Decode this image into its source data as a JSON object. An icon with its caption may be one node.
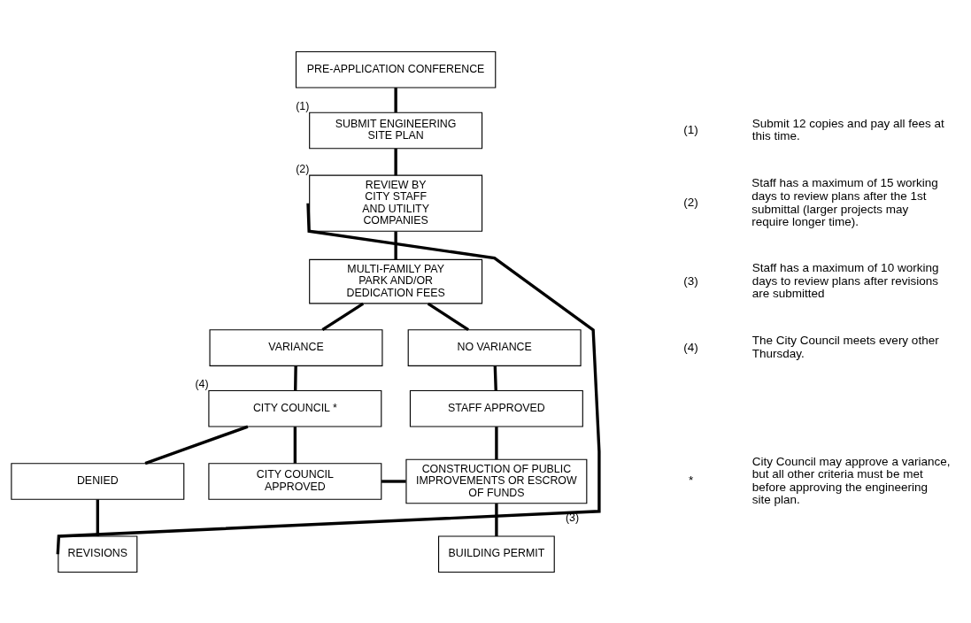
{
  "diagram": {
    "nodes": [
      {
        "text": [
          "PRE-APPLICATION CONFERENCE"
        ]
      },
      {
        "text": [
          "SUBMIT ENGINEERING SITE PLAN"
        ],
        "beside": [
          "(1)"
        ]
      },
      {
        "text": [
          "REVIEW BY CITY STAFF AND UTILITY COMPANIES"
        ],
        "beside": [
          "(2)"
        ]
      },
      {
        "text": [
          "MULTI-FAMILY PAY PARK AND/OR DEDICATION FEES"
        ]
      },
      {
        "text": [
          "VARIANCE"
        ]
      },
      {
        "text": [
          "NO VARIANCE"
        ]
      },
      {
        "text": [
          "CITY COUNCIL *"
        ],
        "beside": [
          "(4)"
        ]
      },
      {
        "text": [
          "STAFF APPROVED"
        ]
      },
      {
        "text": [
          "DENIED"
        ]
      },
      {
        "text": [
          "CITY COUNCIL APPROVED"
        ]
      },
      {
        "text": [
          "CONSTRUCTION OF PUBLIC IMPROVEMENTS OR ESCROW OF FUNDS"
        ]
      },
      {
        "text": [
          "REVISIONS"
        ]
      },
      {
        "text": [
          "BUILDING PERMIT"
        ]
      }
    ],
    "edges": [
      {
        "from": 0,
        "to": 1,
        "arrow": "none"
      },
      {
        "from": 1,
        "to": 2,
        "arrow": "none"
      },
      {
        "from": 2,
        "to": 3,
        "arrow": "none"
      },
      {
        "from": 3,
        "to": 4,
        "arrow": "none"
      },
      {
        "from": 3,
        "to": 5,
        "arrow": "none"
      },
      {
        "from": 4,
        "to": 6,
        "arrow": "none"
      },
      {
        "from": 5,
        "to": 7,
        "arrow": "none"
      },
      {
        "from": 6,
        "to": 8,
        "arrow": "none"
      },
      {
        "from": 6,
        "to": 9,
        "arrow": "none"
      },
      {
        "from": 7,
        "to": 10,
        "arrow": "none"
      },
      {
        "from": 9,
        "to": 10,
        "arrow": "none"
      },
      {
        "from": 8,
        "to": 11,
        "arrow": "none"
      },
      {
        "from": 11,
        "to": 2,
        "arrow": "none",
        "label": "(3)"
      },
      {
        "from": 10,
        "to": 12,
        "arrow": "none"
      }
    ],
    "labels": [
      "(1)",
      "Submit 12 copies and pay all fees at this time.",
      "(2)",
      "Staff has a maximum of 15 working days to review plans after the 1st submittal (larger projects may require longer time).",
      "(3)",
      "Staff has a maximum of 10 working days to review plans after revisions are submitted",
      "(4)",
      "The City Council meets every other Thursday.",
      "*",
      "City Council may approve a variance, but all other criteria must be met before approving the engineering site plan."
    ]
  }
}
